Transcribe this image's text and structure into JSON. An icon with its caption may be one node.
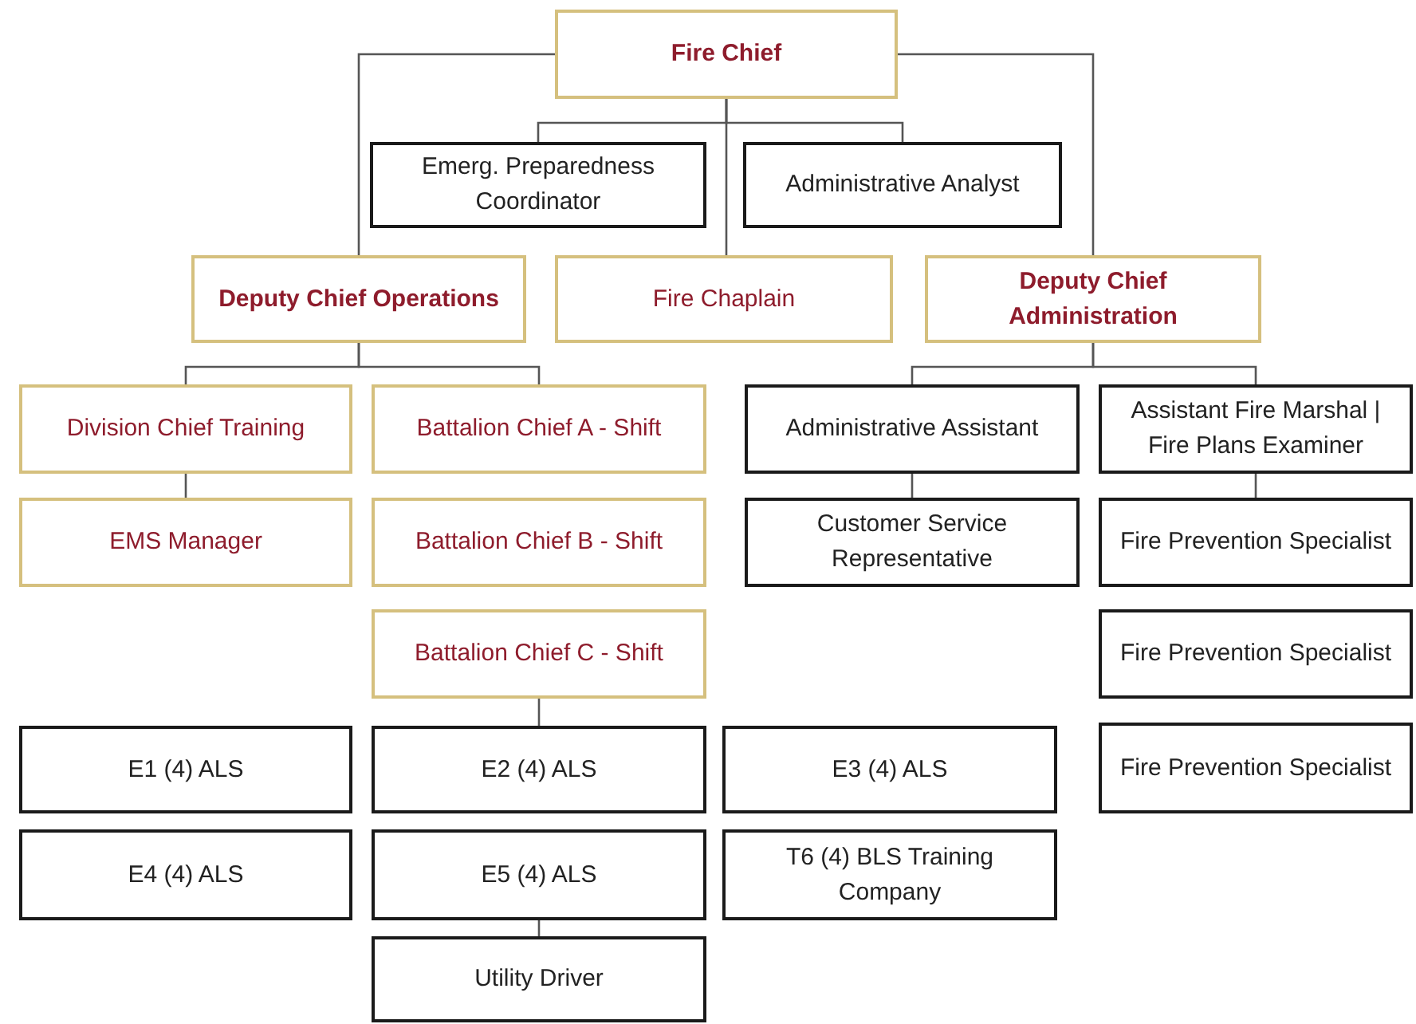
{
  "diagram": {
    "nodes": [
      {
        "text": [
          "Fire Chief"
        ]
      },
      {
        "text": [
          "Emerg. Preparedness Coordinator"
        ]
      },
      {
        "text": [
          "Administrative Analyst"
        ]
      },
      {
        "text": [
          "Deputy Chief Operations"
        ]
      },
      {
        "text": [
          "Fire Chaplain"
        ]
      },
      {
        "text": [
          "Deputy Chief Administration"
        ]
      },
      {
        "text": [
          "Division Chief Training"
        ]
      },
      {
        "text": [
          "Battalion Chief A - Shift"
        ]
      },
      {
        "text": [
          "Administrative Assistant"
        ]
      },
      {
        "text": [
          "Assistant Fire Marshal | Fire Plans Examiner"
        ]
      },
      {
        "text": [
          "EMS Manager"
        ]
      },
      {
        "text": [
          "Battalion Chief B - Shift"
        ]
      },
      {
        "text": [
          "Customer Service Representative"
        ]
      },
      {
        "text": [
          "Fire Prevention Specialist"
        ]
      },
      {
        "text": [
          "Battalion Chief C - Shift"
        ]
      },
      {
        "text": [
          "Fire Prevention Specialist"
        ]
      },
      {
        "text": [
          "Fire Prevention Specialist"
        ]
      },
      {
        "text": [
          "E1 (4) ALS"
        ]
      },
      {
        "text": [
          "E2 (4) ALS"
        ]
      },
      {
        "text": [
          "E3 (4) ALS"
        ]
      },
      {
        "text": [
          "E4 (4) ALS"
        ]
      },
      {
        "text": [
          "E5 (4) ALS"
        ]
      },
      {
        "text": [
          "T6 (4) BLS Training Company"
        ]
      },
      {
        "text": [
          "Utility Driver"
        ]
      }
    ],
    "edges": [
      {
        "from": 0,
        "to": 1,
        "arrow": "none"
      },
      {
        "from": 0,
        "to": 2,
        "arrow": "none"
      },
      {
        "from": 0,
        "to": 3,
        "arrow": "none"
      },
      {
        "from": 0,
        "to": 4,
        "arrow": "none"
      },
      {
        "from": 0,
        "to": 5,
        "arrow": "none"
      },
      {
        "from": 3,
        "to": 6,
        "arrow": "none"
      },
      {
        "from": 3,
        "to": 7,
        "arrow": "none"
      },
      {
        "from": 5,
        "to": 8,
        "arrow": "none"
      },
      {
        "from": 5,
        "to": 9,
        "arrow": "none"
      },
      {
        "from": 6,
        "to": 10,
        "arrow": "none"
      },
      {
        "from": 8,
        "to": 12,
        "arrow": "none"
      },
      {
        "from": 9,
        "to": 13,
        "arrow": "none"
      },
      {
        "from": 14,
        "to": 18,
        "arrow": "none"
      },
      {
        "from": 21,
        "to": 23,
        "arrow": "none"
      }
    ]
  }
}
